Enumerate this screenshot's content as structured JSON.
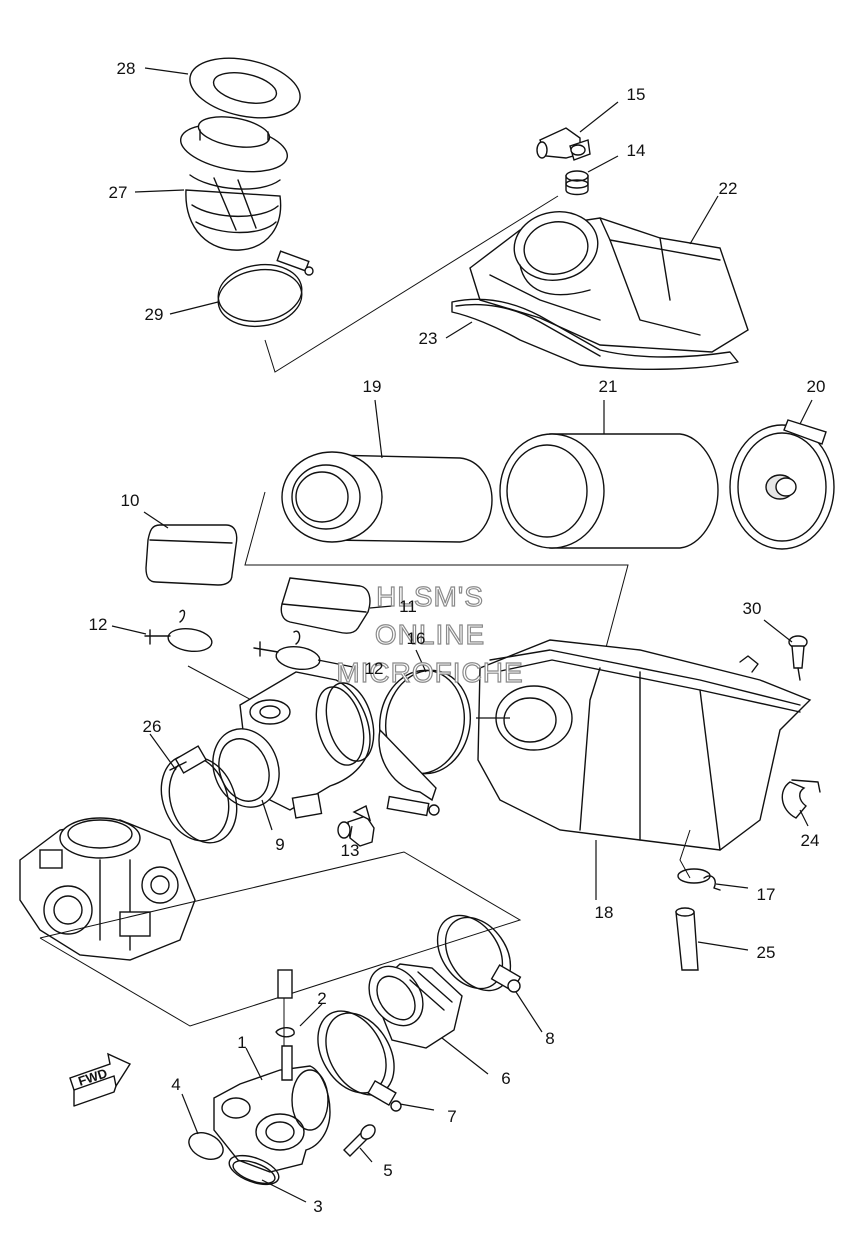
{
  "watermark": {
    "lines": [
      "HLSM'S",
      "ONLINE",
      "MICROFICHE"
    ]
  },
  "fwd_label": "FWD",
  "callouts": [
    {
      "id": "1",
      "label": "1"
    },
    {
      "id": "2",
      "label": "2"
    },
    {
      "id": "3",
      "label": "3"
    },
    {
      "id": "4",
      "label": "4"
    },
    {
      "id": "5",
      "label": "5"
    },
    {
      "id": "6",
      "label": "6"
    },
    {
      "id": "7",
      "label": "7"
    },
    {
      "id": "8",
      "label": "8"
    },
    {
      "id": "9",
      "label": "9"
    },
    {
      "id": "10",
      "label": "10"
    },
    {
      "id": "11",
      "label": "11"
    },
    {
      "id": "12a",
      "label": "12"
    },
    {
      "id": "12b",
      "label": "12"
    },
    {
      "id": "13",
      "label": "13"
    },
    {
      "id": "14",
      "label": "14"
    },
    {
      "id": "15",
      "label": "15"
    },
    {
      "id": "16",
      "label": "16"
    },
    {
      "id": "17",
      "label": "17"
    },
    {
      "id": "18",
      "label": "18"
    },
    {
      "id": "19",
      "label": "19"
    },
    {
      "id": "20",
      "label": "20"
    },
    {
      "id": "21",
      "label": "21"
    },
    {
      "id": "22",
      "label": "22"
    },
    {
      "id": "23",
      "label": "23"
    },
    {
      "id": "24",
      "label": "24"
    },
    {
      "id": "25",
      "label": "25"
    },
    {
      "id": "26",
      "label": "26"
    },
    {
      "id": "27",
      "label": "27"
    },
    {
      "id": "28",
      "label": "28"
    },
    {
      "id": "29",
      "label": "29"
    },
    {
      "id": "30",
      "label": "30"
    }
  ]
}
